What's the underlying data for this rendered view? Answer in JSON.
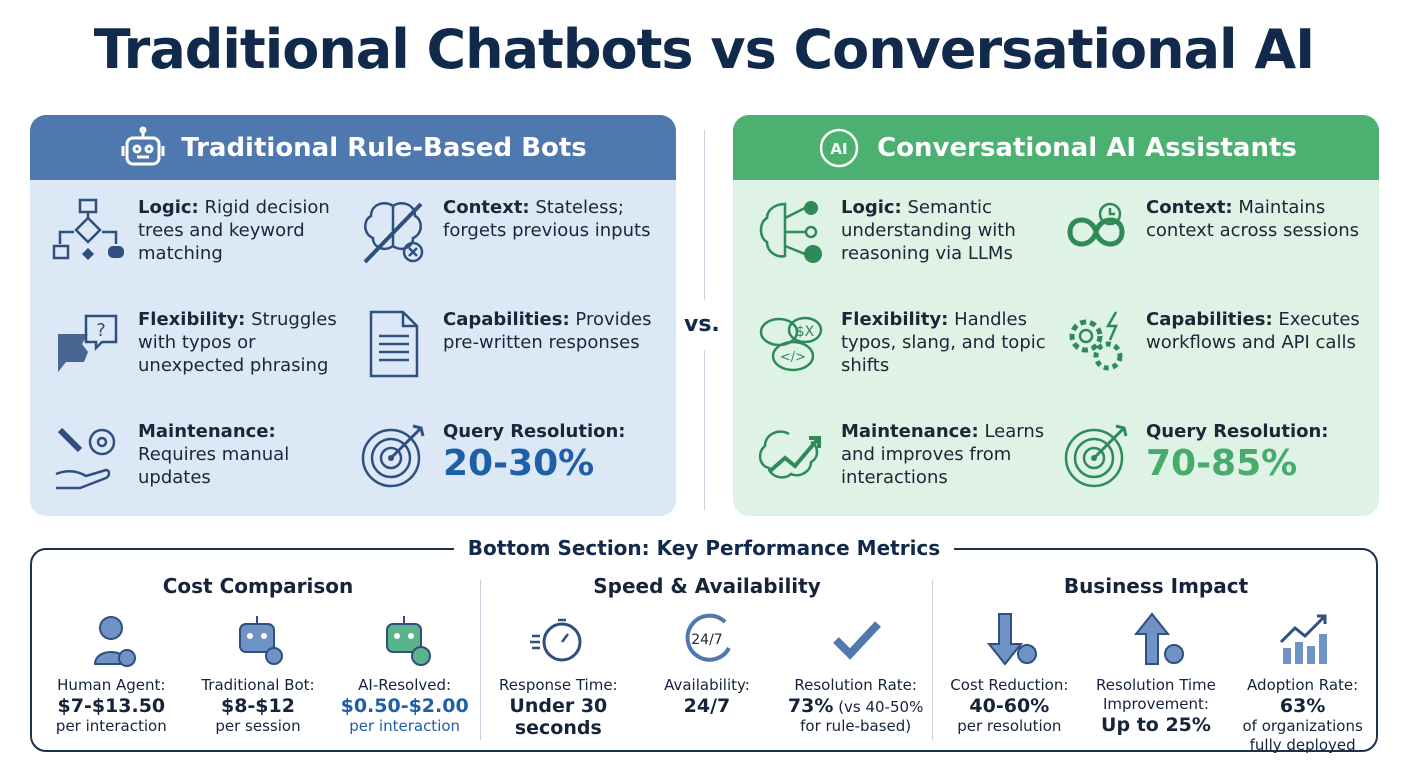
{
  "title": "Traditional Chatbots vs Conversational AI",
  "vs": "vs.",
  "traditional": {
    "heading": "Traditional Rule-Based Bots",
    "items": [
      {
        "label": "Logic:",
        "text": "Rigid decision trees and keyword matching",
        "icon": "flowchart-icon"
      },
      {
        "label": "Context:",
        "text": "Stateless; forgets previous inputs",
        "icon": "crossed-brain-icon"
      },
      {
        "label": "Flexibility:",
        "text": "Struggles with typos or unexpected phrasing",
        "icon": "broken-chat-icon"
      },
      {
        "label": "Capabilities:",
        "text": "Provides pre-written responses",
        "icon": "document-icon"
      },
      {
        "label": "Maintenance:",
        "text": "Requires manual updates",
        "icon": "wrench-gear-icon"
      },
      {
        "label": "Query Resolution:",
        "value": "20-30%",
        "icon": "target-icon"
      }
    ]
  },
  "ai": {
    "heading": "Conversational AI Assistants",
    "items": [
      {
        "label": "Logic:",
        "text": "Semantic understanding with reasoning via LLMs",
        "icon": "ai-brain-icon"
      },
      {
        "label": "Context:",
        "text": "Maintains context across sessions",
        "icon": "infinity-clock-icon"
      },
      {
        "label": "Flexibility:",
        "text": "Handles typos, slang, and topic shifts",
        "icon": "chat-bubbles-icon"
      },
      {
        "label": "Capabilities:",
        "text": "Executes workflows and API calls",
        "icon": "gears-icon"
      },
      {
        "label": "Maintenance:",
        "text": "Learns and improves from interactions",
        "icon": "brain-growth-icon"
      },
      {
        "label": "Query Resolution:",
        "value": "70-85%",
        "icon": "target-icon"
      }
    ]
  },
  "bottom": {
    "title": "Bottom Section: Key Performance Metrics",
    "sections": [
      {
        "title": "Cost Comparison",
        "cells": [
          {
            "label": "Human Agent:",
            "value": "$7-$13.50",
            "sub": "per interaction"
          },
          {
            "label": "Traditional Bot:",
            "value": "$8-$12",
            "sub": "per session"
          },
          {
            "label": "AI-Resolved:",
            "value": "$0.50-$2.00",
            "sub": "per interaction"
          }
        ]
      },
      {
        "title": "Speed & Availability",
        "cells": [
          {
            "label": "Response Time:",
            "value": "Under 30 seconds",
            "sub": ""
          },
          {
            "label": "Availability:",
            "value": "24/7",
            "sub": ""
          },
          {
            "label": "Resolution Rate:",
            "value": "73%",
            "sub": "(vs 40-50% for rule-based)"
          }
        ]
      },
      {
        "title": "Business Impact",
        "cells": [
          {
            "label": "Cost Reduction:",
            "value": "40-60%",
            "sub": "per resolution"
          },
          {
            "label": "Resolution Time Improvement:",
            "value": "Up to 25%",
            "sub": ""
          },
          {
            "label": "Adoption Rate:",
            "value": "63%",
            "sub": "of organizations fully deployed"
          }
        ]
      }
    ]
  },
  "colors": {
    "navy": "#112a4b",
    "blue": "#4f78ae",
    "green": "#4cb170",
    "accent_blue": "#1f5fa8"
  }
}
